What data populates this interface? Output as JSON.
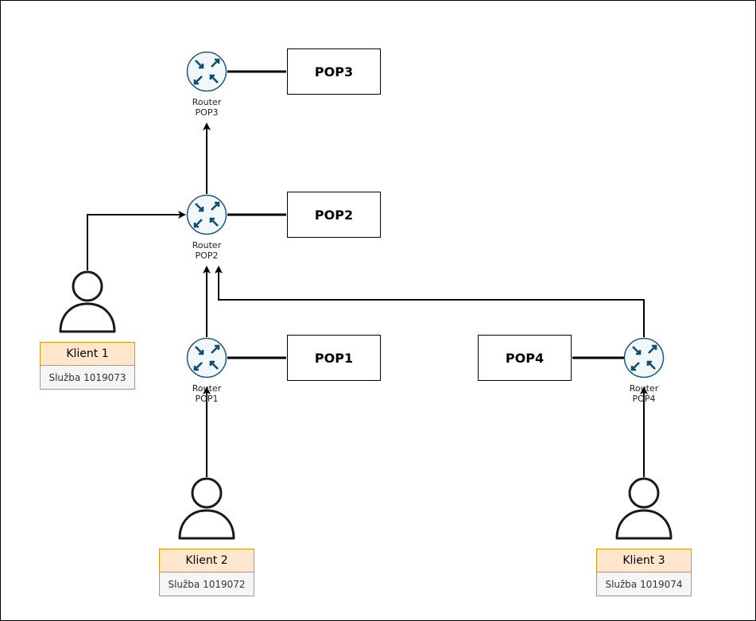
{
  "pops": {
    "pop1": "POP1",
    "pop2": "POP2",
    "pop3": "POP3",
    "pop4": "POP4"
  },
  "routers": {
    "r1": {
      "line1": "Router",
      "line2": "POP1"
    },
    "r2": {
      "line1": "Router",
      "line2": "POP2"
    },
    "r3": {
      "line1": "Router",
      "line2": "POP3"
    },
    "r4": {
      "line1": "Router",
      "line2": "POP4"
    }
  },
  "clients": {
    "k1": {
      "name": "Klient 1",
      "service": "Služba 1019073"
    },
    "k2": {
      "name": "Klient 2",
      "service": "Služba 1019072"
    },
    "k3": {
      "name": "Klient 3",
      "service": "Služba 1019074"
    }
  },
  "colors": {
    "router_fill": "#f2f7fa",
    "router_stroke": "#1f5a7a",
    "client_name_bg": "#ffe6cc",
    "client_service_bg": "#f5f5f5"
  },
  "icons": {
    "router": "router-icon",
    "user": "user-icon"
  }
}
